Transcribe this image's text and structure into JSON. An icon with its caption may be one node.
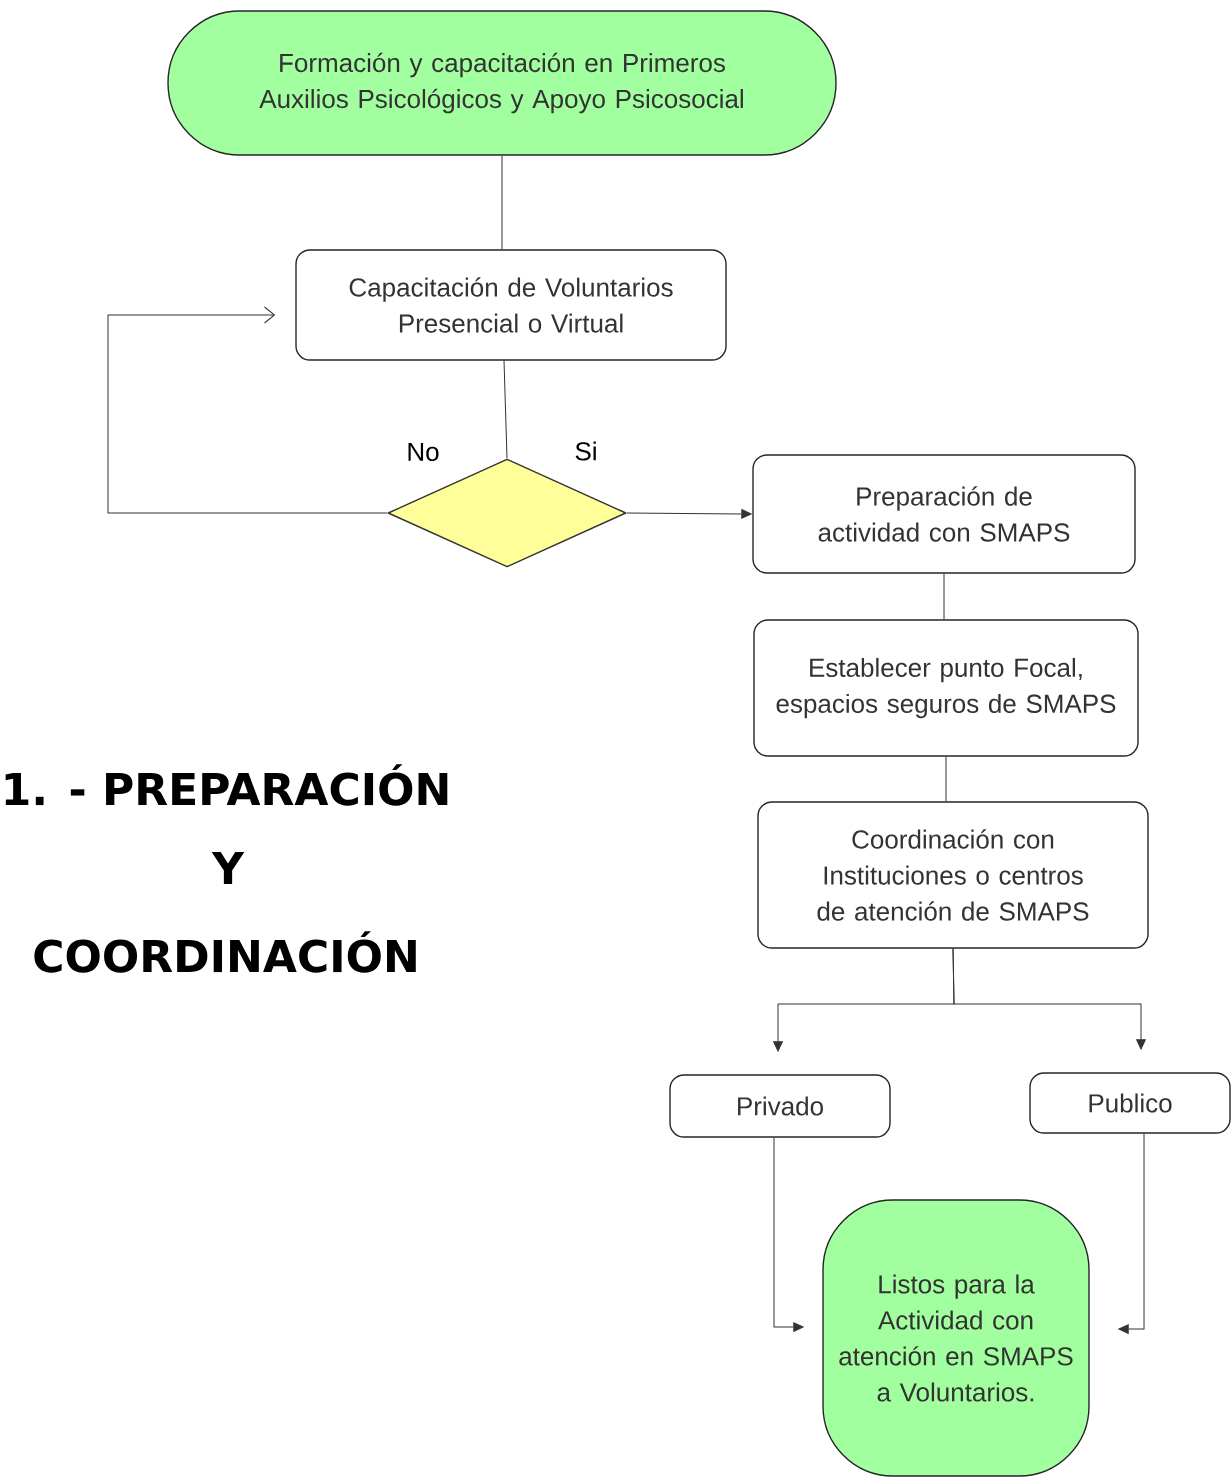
{
  "diagram": {
    "nodes": [
      {
        "text": [
          "Formación y capacitación en Primeros Auxilios Psicológicos y Apoyo Psicosocial"
        ]
      },
      {
        "text": [
          "Capacitación de Voluntarios Presencial o Virtual"
        ]
      },
      {
        "text": [],
        "shape": "diamond"
      },
      {
        "text": [
          "Preparación de actividad con SMAPS"
        ]
      },
      {
        "text": [
          "Establecer punto Focal, espacios seguros de SMAPS"
        ]
      },
      {
        "text": [
          "Coordinación con Instituciones o centros de atención de SMAPS"
        ]
      },
      {
        "text": [
          "Privado"
        ]
      },
      {
        "text": [
          "Publico"
        ]
      },
      {
        "text": [
          "Listos para la Actividad con atención en SMAPS a Voluntarios."
        ]
      }
    ],
    "edges": [
      {
        "from": 0,
        "to": 1,
        "arrow": "none"
      },
      {
        "from": 1,
        "to": 2,
        "arrow": "none"
      },
      {
        "from": 2,
        "to": 1,
        "arrow": "to",
        "label": "No"
      },
      {
        "from": 2,
        "to": 3,
        "arrow": "to",
        "label": "Si"
      },
      {
        "from": 3,
        "to": 4,
        "arrow": "none"
      },
      {
        "from": 4,
        "to": 5,
        "arrow": "none"
      },
      {
        "from": 5,
        "to": 6,
        "arrow": "to"
      },
      {
        "from": 5,
        "to": 7,
        "arrow": "to"
      },
      {
        "from": 6,
        "to": 8,
        "arrow": "to"
      },
      {
        "from": 7,
        "to": 8,
        "arrow": "to"
      }
    ],
    "labels": [
      "1. - PREPARACIÓN",
      "Y",
      "COORDINACIÓN"
    ]
  }
}
